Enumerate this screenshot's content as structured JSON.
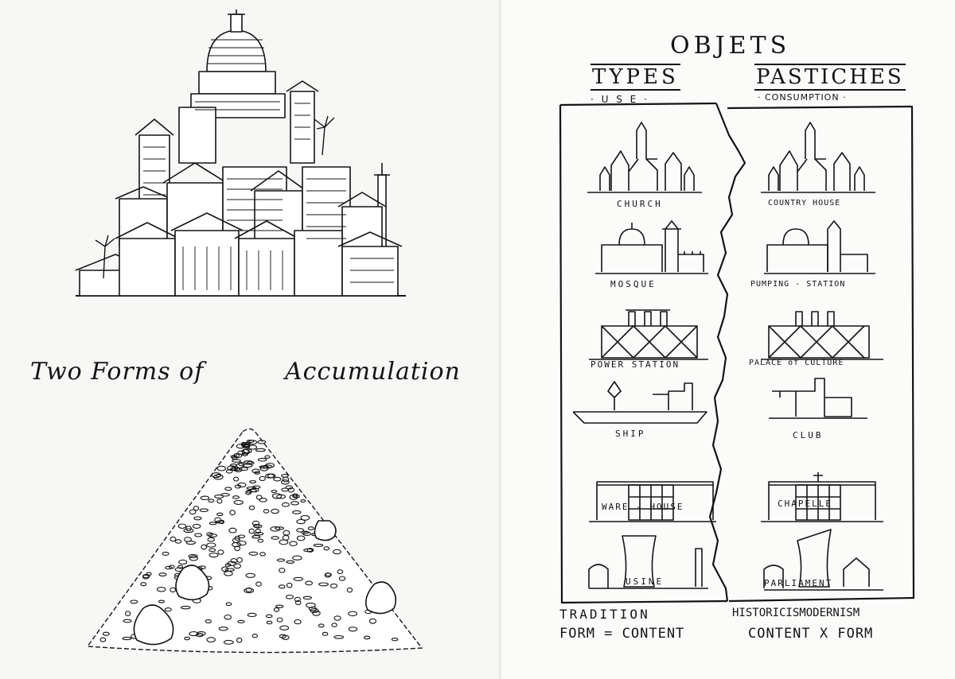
{
  "left": {
    "caption_left": "Two Forms of",
    "caption_right": "Accumulation"
  },
  "right": {
    "title": "OBJETS",
    "types": {
      "heading": "TYPES",
      "sub": "· U S E ·"
    },
    "pastiches": {
      "heading": "PASTICHES",
      "sub": "· CONSUMPTION ·"
    },
    "type_labels": [
      "CHURCH",
      "MOSQUE",
      "POWER STATION",
      "SHIP",
      "WARE - HOUSE",
      "USINE"
    ],
    "pastiche_labels": [
      "COUNTRY HOUSE",
      "PUMPING - STATION",
      "PALACE of CULTURE",
      "CLUB",
      "CHAPELLE",
      "PARLIAMENT"
    ],
    "footer": {
      "left_top": "TRADITION",
      "left_bottom": "FORM = CONTENT",
      "right_top": "HISTORICISMODERNISM",
      "right_bottom": "CONTENT X FORM"
    }
  },
  "colors": {
    "ink": "#141414",
    "paper": "#fafafa"
  }
}
